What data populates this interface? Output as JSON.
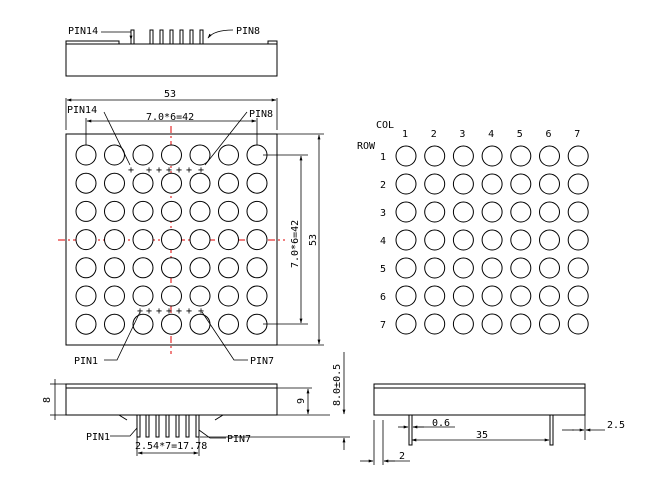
{
  "top_view": {
    "pin_left": "PIN14",
    "pin_right": "PIN8"
  },
  "front_view": {
    "width": "53",
    "pin_spacing": "7.0*6=42",
    "height_spacing": "7.0*6=42",
    "height": "53",
    "pin_tl": "PIN14",
    "pin_tr": "PIN8",
    "pin_bl": "PIN1",
    "pin_br": "PIN7",
    "dot_rows": 7,
    "dot_cols": 7
  },
  "matrix_view": {
    "col_label": "COL",
    "row_label": "ROW",
    "cols": [
      "1",
      "2",
      "3",
      "4",
      "5",
      "6",
      "7"
    ],
    "rows": [
      "1",
      "2",
      "3",
      "4",
      "5",
      "6",
      "7"
    ]
  },
  "side_view": {
    "height": "8",
    "inner_height": "9",
    "pin_len": "8.0±0.5",
    "pin_left": "PIN1",
    "pin_right": "PIN7",
    "pitch": "2.54*7=17.78"
  },
  "end_view": {
    "pin_width": "0.6",
    "pin_span": "35",
    "edge_offset": "2.5",
    "pin_offset": "2"
  }
}
